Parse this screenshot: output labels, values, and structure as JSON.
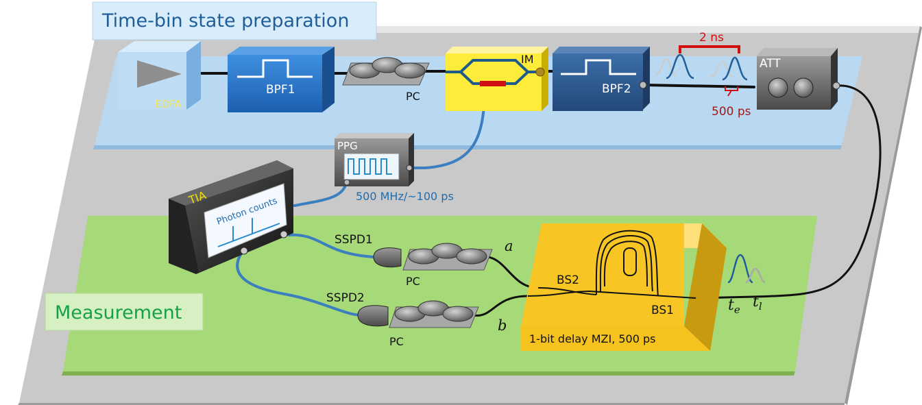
{
  "sections": {
    "prep_title": "Time-bin state preparation",
    "measure_title": "Measurement"
  },
  "components": {
    "edfa": "EDFA",
    "bpf1": "BPF1",
    "pc_top": "PC",
    "im": "IM",
    "bpf2": "BPF2",
    "att": "ATT",
    "ppg": "PPG",
    "tia": "TIA",
    "tia_screen": "Photon counts",
    "sspd1": "SSPD1",
    "sspd2": "SSPD2",
    "pc_mid": "PC",
    "pc_bottom": "PC",
    "bs1": "BS1",
    "bs2": "BS2",
    "mzi": "1-bit delay MZI, 500 ps"
  },
  "annotations": {
    "spacing": "2 ns",
    "width": "500 ps",
    "ppg_rate": "500 MHz/~100 ps",
    "port_a": "a",
    "port_b": "b",
    "t_early": "t",
    "t_early_sub": "e",
    "t_late": "t",
    "t_late_sub": "l"
  },
  "colors": {
    "fiber_black": "#111111",
    "fiber_blue": "#3b7fc0",
    "prep_panel": "#b9d9f3",
    "measure_panel": "#a6d977",
    "mzi_yellow": "#f7c624",
    "accent_red": "#d01010",
    "edfa_label": "#f3e65a",
    "tia_label": "#f3e000"
  }
}
